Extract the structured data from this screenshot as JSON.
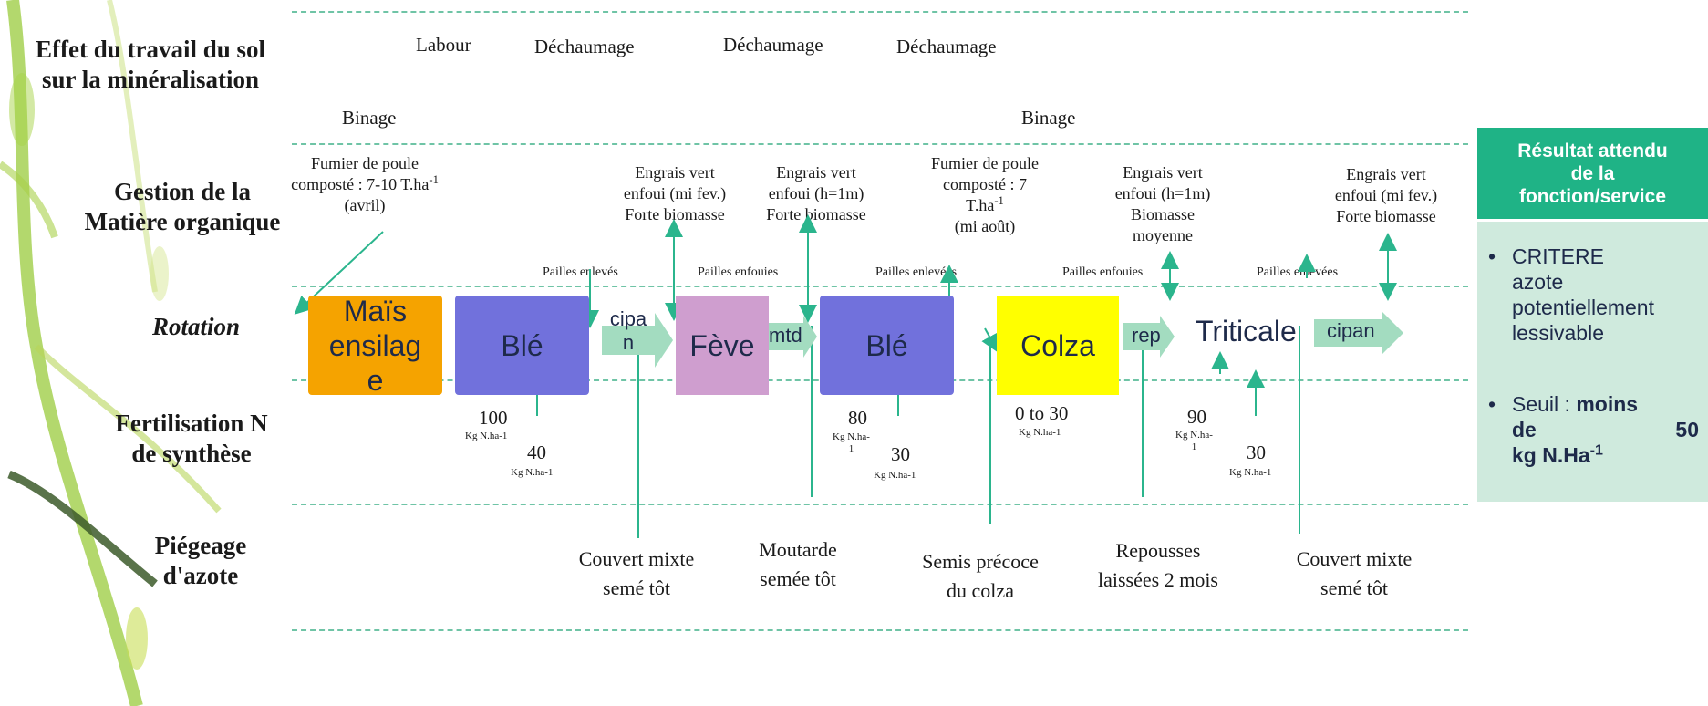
{
  "row_labels": {
    "tillage": [
      "Effet du travail du sol",
      "sur la minéralisation"
    ],
    "organic": [
      "Gestion de la",
      "Matière organique"
    ],
    "rotation": "Rotation",
    "fertilisation": [
      "Fertilisation N",
      "de synthèse"
    ],
    "trapping": [
      "Piégeage",
      "d'azote"
    ]
  },
  "tillage": {
    "top": [
      "Labour",
      "Déchaumage",
      "Déchaumage",
      "Déchaumage"
    ],
    "binage": [
      "Binage",
      "Binage"
    ]
  },
  "organic_notes": {
    "fumier1": [
      "Fumier de poule",
      "composté : 7-10 T.ha",
      "-1",
      "(avril)"
    ],
    "engrais1": [
      "Engrais vert",
      "enfoui (mi fev.)",
      "Forte biomasse"
    ],
    "engrais2": [
      "Engrais vert",
      "enfoui (h=1m)",
      "Forte biomasse"
    ],
    "fumier2": [
      "Fumier de poule",
      "composté : 7",
      "T.ha",
      "-1",
      "(mi août)"
    ],
    "engrais3": [
      "Engrais vert",
      "enfoui (h=1m)",
      "Biomasse",
      "moyenne"
    ],
    "engrais4": [
      "Engrais vert",
      "enfoui (mi fev.)",
      "Forte biomasse"
    ]
  },
  "straw": [
    "Pailles enlevés",
    "Pailles enfouies",
    "Pailles enlevées",
    "Pailles enfouies",
    "Pailles enlevées"
  ],
  "rotation": {
    "crops": [
      "Maïs ensilage",
      "Blé",
      "Fève",
      "Blé",
      "Colza",
      "Triticale"
    ],
    "crop_lines": [
      [
        "Maïs",
        "ensilag",
        "e"
      ]
    ],
    "between": [
      "cipa",
      "n",
      "mtd",
      "rep",
      "cipan"
    ],
    "colors": {
      "mais": "#f5a300",
      "ble": "#7171dc",
      "feve": "#cf9ecf",
      "colza": "#ffff00",
      "arrow": "#a3dcc0",
      "line": "#2bb58d"
    }
  },
  "fertilisation": {
    "d1_val": "100",
    "d1_unit": "Kg N.ha-1",
    "d2_val": "40",
    "d2_unit": "Kg N.ha-1",
    "d3_val": "80",
    "d3_unit": [
      "Kg N.ha-",
      "1"
    ],
    "d4_val": "30",
    "d4_unit": "Kg N.ha-1",
    "d5_val": "0 to 30",
    "d5_unit": "Kg N.ha-1",
    "d6_val": "90",
    "d6_unit": [
      "Kg N.ha-",
      "1"
    ],
    "d7_val": "30",
    "d7_unit": "Kg N.ha-1"
  },
  "trapping": {
    "c1": [
      "Couvert mixte",
      "semé tôt"
    ],
    "c2": [
      "Moutarde",
      "semée tôt"
    ],
    "c3": [
      "Semis précoce",
      "du colza"
    ],
    "c4": [
      "Repousses",
      "laissées 2 mois"
    ],
    "c5": [
      "Couvert mixte",
      "semé tôt"
    ]
  },
  "result_panel": {
    "header": [
      "Résultat attendu",
      "de la",
      "fonction/service"
    ],
    "critere": [
      "CRITERE",
      "azote",
      "potentiellement",
      "lessivable"
    ],
    "seuil_label": "Seuil :",
    "seuil_bold": [
      "moins",
      "de",
      "50",
      "kg N.Ha",
      "-1"
    ],
    "colors": {
      "header_bg": "#1fb386",
      "body_bg": "#cfeadd"
    }
  }
}
